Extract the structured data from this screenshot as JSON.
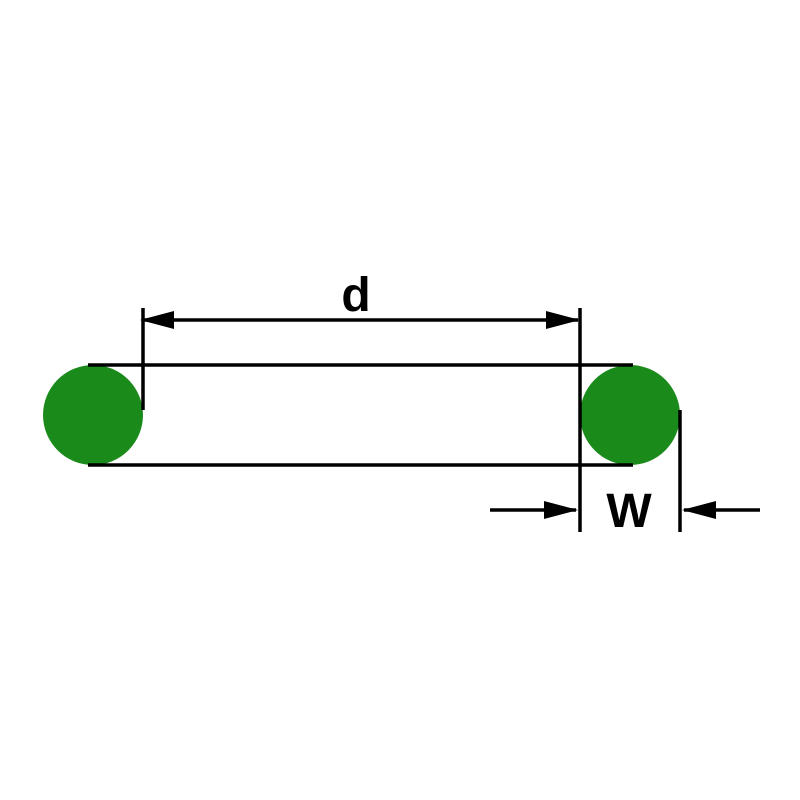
{
  "diagram": {
    "title": "o-ring-dimension-drawing",
    "labels": {
      "inner_diameter": "d",
      "cross_section_width": "W"
    },
    "colors": {
      "ring_fill": "#1a8a1a",
      "line": "#000000",
      "label_text": "#000000",
      "background": "#ffffff"
    }
  }
}
